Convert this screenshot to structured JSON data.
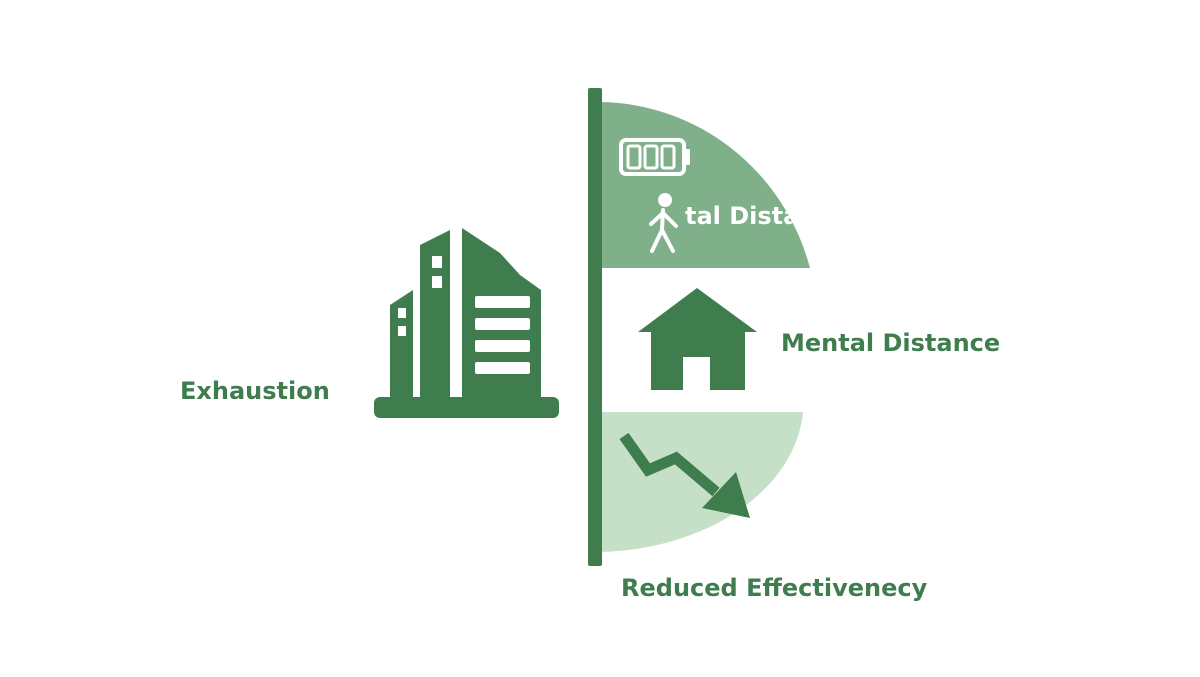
{
  "labels": {
    "exhaustion": "Exhaustion",
    "mental_distance": "Mental Distance",
    "reduced_effectiveness": "Reduced Effectivenecy",
    "partial_distance": "tal Distance"
  },
  "colors": {
    "primary": "#3f7d4f",
    "segment_top": "#7fb08a",
    "segment_bottom": "#c6e0c8",
    "text_light": "#ffffff"
  },
  "icons": {
    "left": "office-building-icon",
    "top_battery": "battery-icon",
    "top_person": "walking-person-icon",
    "middle": "house-icon",
    "bottom": "trend-down-arrow-icon"
  }
}
